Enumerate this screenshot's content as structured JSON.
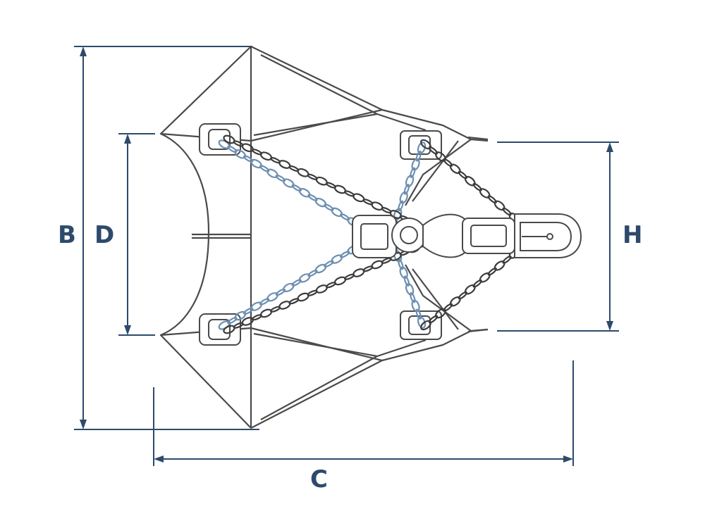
{
  "labels": {
    "b": "B",
    "d": "D",
    "h": "H",
    "c": "C"
  },
  "colors": {
    "dimension": "#2d4a6b",
    "outline": "#4a4a4a",
    "chain_dark": "#3c3c3c",
    "chain_blue": "#6d8fb3"
  }
}
